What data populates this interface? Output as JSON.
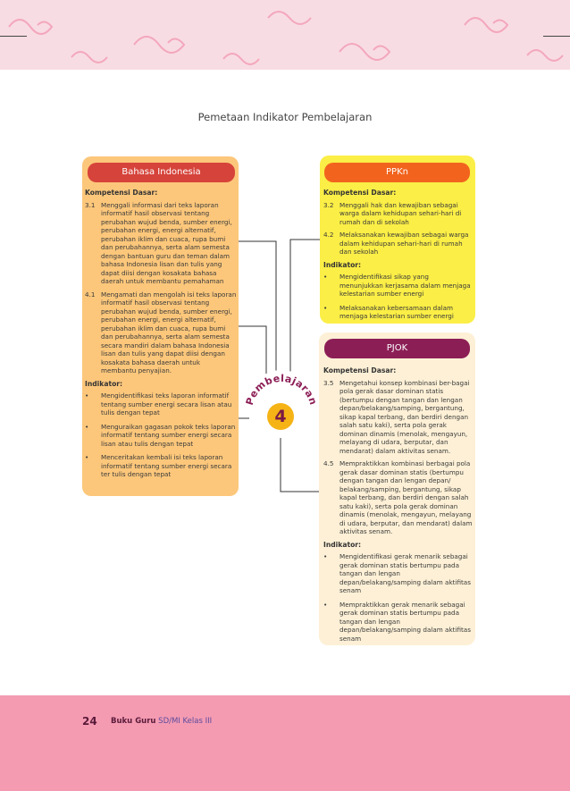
{
  "page_title": "Pemetaan Indikator Pembelajaran",
  "center": {
    "label": "Pembelajaran",
    "number": "4"
  },
  "bahasa_indonesia": {
    "title": "Bahasa Indonesia",
    "kd_heading": "Kompetensi Dasar:",
    "kd": [
      {
        "num": "3.1",
        "text": "Menggali informasi dari teks laporan informatif hasil observasi tentang perubahan wujud benda, sumber energi, perubahan energi, energi alternatif, perubahan iklim dan cuaca, rupa bumi dan perubahannya, serta alam semesta dengan bantuan guru dan teman dalam bahasa Indonesia lisan dan tulis yang dapat diisi dengan kosakata bahasa daerah untuk membantu pemahaman"
      },
      {
        "num": "4.1",
        "text": "Mengamati dan mengolah isi teks laporan informatif hasil observasi tentang perubahan wujud benda, sumber energi, perubahan energi, energi alternatif, perubahan iklim dan cuaca, rupa bumi dan perubahannya, serta alam semesta secara mandiri dalam bahasa Indonesia lisan dan tulis yang dapat diisi dengan kosakata bahasa daerah untuk membantu penyajian."
      }
    ],
    "ind_heading": "Indikator:",
    "indicators": [
      "Mengidentifikasi teks laporan informatif tentang sumber energi secara lisan atau tulis dengan tepat",
      "Menguraikan gagasan pokok teks laporan informatif tentang sumber energi secara lisan atau tulis dengan tepat",
      "Menceritakan kembali isi teks laporan informatif tentang sumber energi secara ter tulis dengan tepat"
    ]
  },
  "ppkn": {
    "title": "PPKn",
    "kd_heading": "Kompetensi Dasar:",
    "kd": [
      {
        "num": "3.2",
        "text": "Menggali hak dan kewajiban sebagai warga dalam kehidupan sehari-hari di rumah dan di sekolah"
      },
      {
        "num": "4.2",
        "text": "Melaksanakan kewajiban sebagai warga dalam kehidupan sehari-hari di rumah dan sekolah"
      }
    ],
    "ind_heading": "Indikator:",
    "indicators": [
      "Mengidentifikasi sikap yang menunjukkan kerjasama dalam menjaga kelestarian sumber energi",
      "Melaksanakan kebersamaan dalam menjaga kelestarian sumber energi"
    ]
  },
  "pjok": {
    "title": "PJOK",
    "kd_heading": "Kompetensi Dasar:",
    "kd": [
      {
        "num": "3.5",
        "text": "Mengetahui konsep kombinasi ber-bagai pola gerak dasar dominan statis (bertumpu dengan tangan dan lengan depan/belakang/samping, bergantung, sikap kapal terbang, dan berdiri dengan salah satu kaki), serta pola gerak dominan dinamis (menolak, mengayun, melayang di udara, berputar, dan mendarat) dalam aktivitas senam."
      },
      {
        "num": "4.5",
        "text": "Mempraktikkan kombinasi berbagai pola gerak dasar dominan statis (bertumpu dengan tangan dan lengan depan/ belakang/samping, bergantung, sikap kapal terbang, dan berdiri dengan salah satu kaki), serta pola gerak dominan dinamis (menolak, mengayun, melayang di udara, berputar, dan mendarat) dalam aktivitas senam."
      }
    ],
    "ind_heading": "Indikator:",
    "indicators": [
      "Mengidentifikasi gerak menarik sebagai gerak dominan statis bertumpu pada tangan dan lengan depan/belakang/samping dalam aktifitas senam",
      "Mempraktikkan gerak menarik sebagai gerak dominan statis bertumpu pada tangan dan lengan depan/belakang/samping dalam aktifitas senam"
    ]
  },
  "footer": {
    "page_number": "24",
    "book": "Buku Guru",
    "grade": "SD/MI Kelas III"
  },
  "colors": {
    "bahasa_box": "#fcc77b",
    "bahasa_pill": "#d6433a",
    "ppkn_box": "#fbee46",
    "ppkn_pill": "#f2641e",
    "pjok_box": "#fdf0d6",
    "pjok_pill": "#8c1e56",
    "center_badge": "#f5b316",
    "band": "#f49bb2"
  }
}
